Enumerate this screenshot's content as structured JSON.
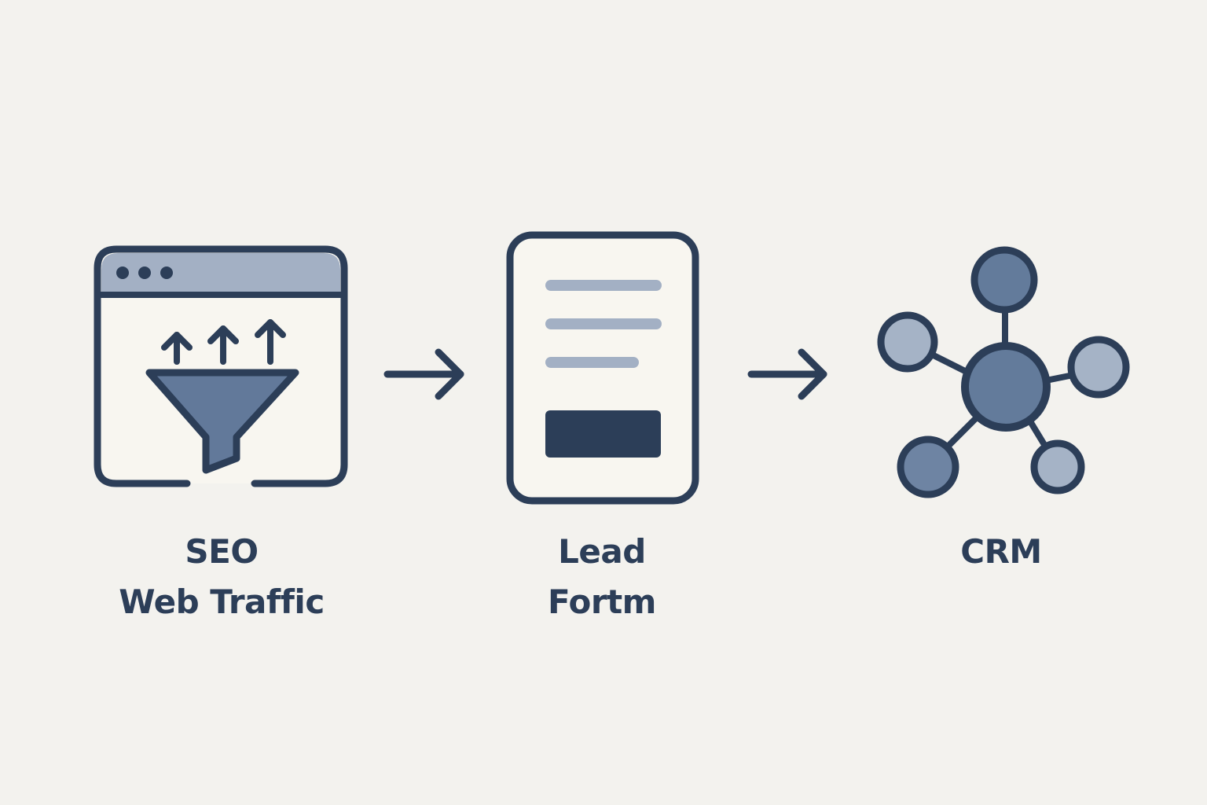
{
  "colors": {
    "background": "#f3f2ee",
    "stroke": "#2c3e58",
    "panel_fill": "#f8f6f0",
    "titlebar_fill": "#a3b0c4",
    "funnel_fill": "#62799a",
    "form_line": "#a3b0c4",
    "node_fill_center": "#637b9b",
    "node_fill_light": "#a5b3c6"
  },
  "steps": [
    {
      "id": "seo",
      "icon": "browser-funnel-icon",
      "label_lines": [
        "SEO",
        "Web Traffic"
      ]
    },
    {
      "id": "lead-form",
      "icon": "form-document-icon",
      "label_lines": [
        "Lead",
        "Fortm"
      ]
    },
    {
      "id": "crm",
      "icon": "network-hub-icon",
      "label_lines": [
        "CRM"
      ]
    }
  ],
  "connectors": [
    {
      "from": "seo",
      "to": "lead-form",
      "icon": "arrow-right-icon"
    },
    {
      "from": "lead-form",
      "to": "crm",
      "icon": "arrow-right-icon"
    }
  ]
}
